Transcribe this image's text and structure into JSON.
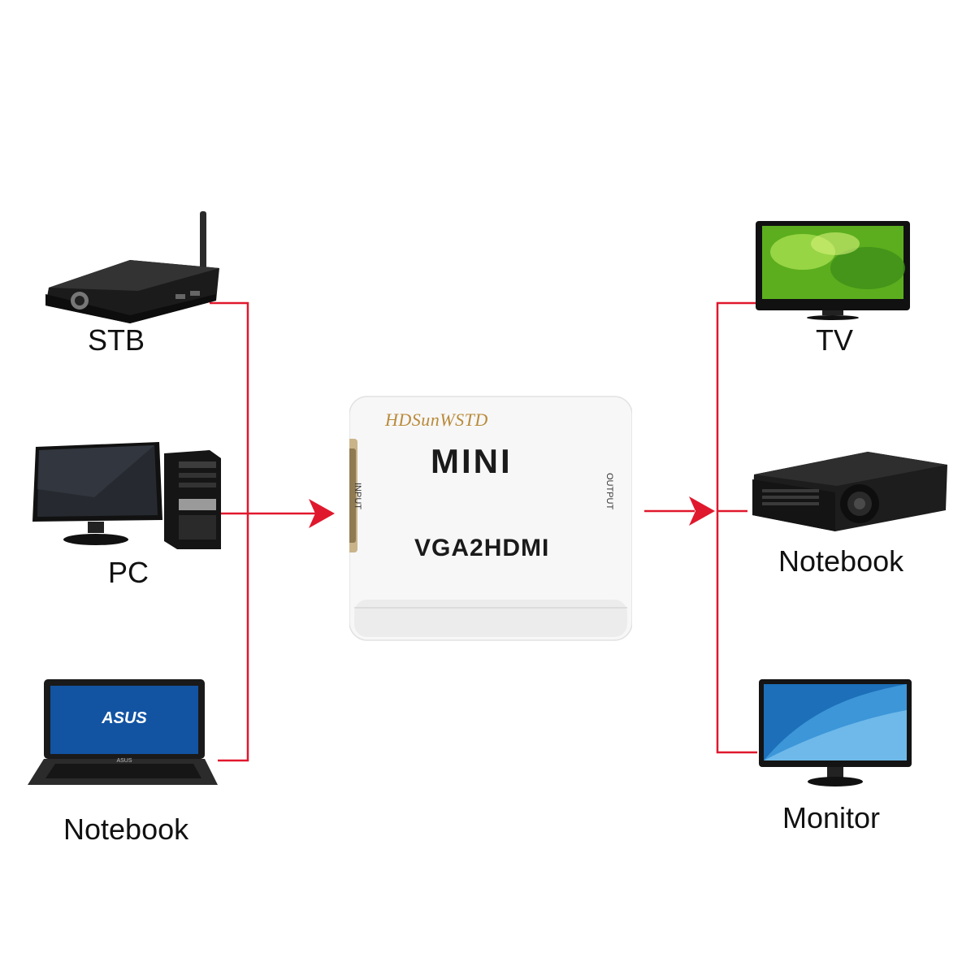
{
  "inputs": [
    {
      "label": "STB",
      "icon": "set-top-box-icon"
    },
    {
      "label": "PC",
      "icon": "desktop-pc-icon"
    },
    {
      "label": "Notebook",
      "icon": "laptop-icon"
    }
  ],
  "converter": {
    "brand": "HDSunWSTD",
    "name": "MINI",
    "model": "VGA2HDMI",
    "input_port": "INPUT",
    "output_port": "OUTPUT"
  },
  "outputs": [
    {
      "label": "TV",
      "icon": "tv-icon"
    },
    {
      "label": "Notebook",
      "icon": "projector-icon"
    },
    {
      "label": "Monitor",
      "icon": "monitor-icon"
    }
  ],
  "laptop_screen_brand": "ASUS",
  "laptop_keyboard_brand": "ASUS",
  "colors": {
    "connector_line": "#e0182d",
    "background": "#ffffff"
  }
}
